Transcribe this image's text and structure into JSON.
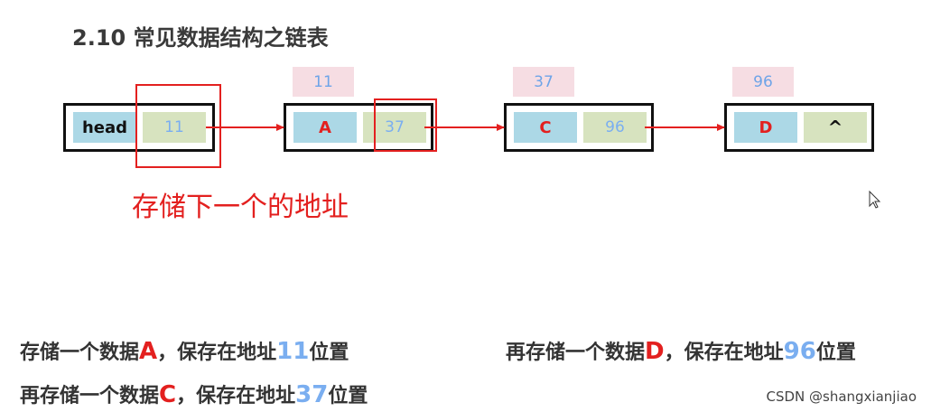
{
  "title": "2.10 常见数据结构之链表",
  "nodes": [
    {
      "data": "head",
      "next": "11"
    },
    {
      "data": "A",
      "next": "37",
      "address": "11"
    },
    {
      "data": "C",
      "next": "96",
      "address": "37"
    },
    {
      "data": "D",
      "next": "^",
      "address": "96"
    }
  ],
  "caption": "存储下一个的地址",
  "lines": {
    "a": {
      "pre": "存储一个数据",
      "data": "A",
      "mid": "，保存在地址",
      "addr": "11",
      "post": "位置"
    },
    "c": {
      "pre": "再存储一个数据",
      "data": "C",
      "mid": "，保存在地址",
      "addr": "37",
      "post": "位置"
    },
    "d": {
      "pre": "再存储一个数据",
      "data": "D",
      "mid": "，保存在地址",
      "addr": "96",
      "post": "位置"
    }
  },
  "watermark": "CSDN @shangxianjiao",
  "colors": {
    "red": "#e3201f",
    "blue_text": "#7aaef0",
    "cell_blue": "#acd8e6",
    "cell_green": "#d7e3bf",
    "tag_pink": "#f6dde3"
  }
}
